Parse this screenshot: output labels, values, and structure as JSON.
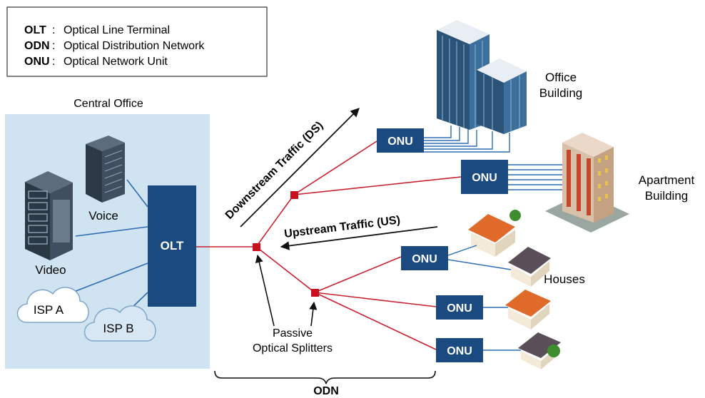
{
  "legend": {
    "items": [
      {
        "abbr": "OLT",
        "desc": "Optical Line Terminal"
      },
      {
        "abbr": "ODN",
        "desc": "Optical Distribution Network"
      },
      {
        "abbr": "ONU",
        "desc": "Optical Network Unit"
      }
    ]
  },
  "central_office": {
    "title": "Central Office",
    "olt": "OLT",
    "video": "Video",
    "voice": "Voice",
    "isp_a": "ISP A",
    "isp_b": "ISP B"
  },
  "traffic": {
    "downstream": "Downstream Traffic (DS)",
    "upstream": "Upstream Traffic (US)"
  },
  "splitters": {
    "line1": "Passive",
    "line2": "Optical Splitters"
  },
  "odn_label": "ODN",
  "onu_label": "ONU",
  "buildings": {
    "office_line1": "Office",
    "office_line2": "Building",
    "apartment_line1": "Apartment",
    "apartment_line2": "Building",
    "houses": "Houses"
  },
  "colors": {
    "navy": "#1a4a80",
    "fiber_red": "#c8202e",
    "splitter_red": "#c8101e",
    "feeder_blue": "#2f6db5",
    "co_bg": "#cfe3f0",
    "roof_orange": "#e06a2a"
  }
}
